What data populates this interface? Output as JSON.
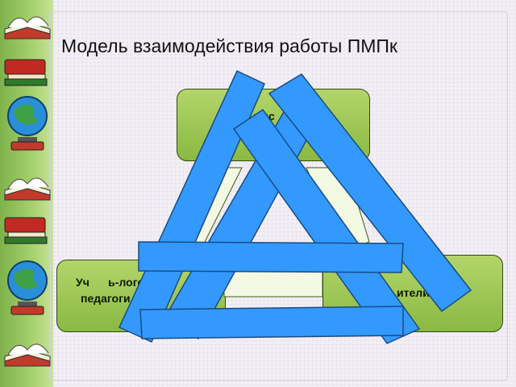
{
  "slide": {
    "title": "Модель взаимодействия работы ПМПк",
    "boxes": {
      "top": "г-пс",
      "left_line1": "Уч      ь-логоп",
      "left_line2": "педагоги М",
      "right": "ители"
    }
  },
  "colors": {
    "box_fill": "#9cc852",
    "box_border": "#2e4a12",
    "overlay_blue": "#3399ff",
    "overlay_edge": "#1a4b80"
  },
  "icons": [
    "open-book-icon",
    "red-book-icon",
    "globe-icon"
  ]
}
